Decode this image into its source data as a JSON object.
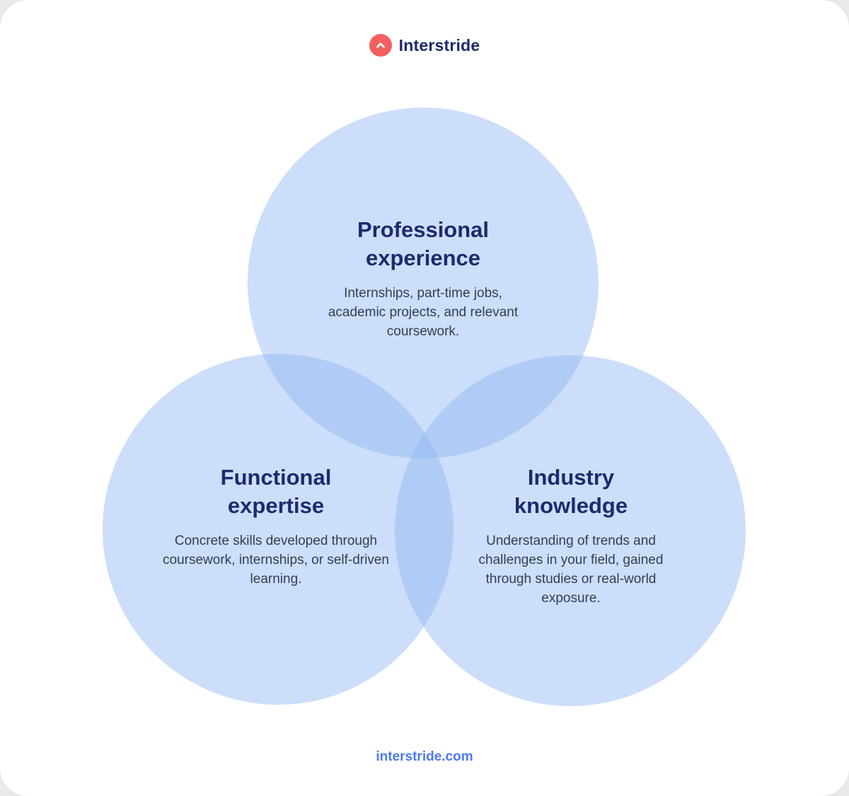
{
  "brand": {
    "name": "Interstride",
    "logo_icon": "chevron-up-icon",
    "logo_color": "#f25f5f",
    "name_color": "#1d2a6e"
  },
  "diagram": {
    "type": "venn",
    "circle_fill_color": "#cfdffb",
    "overlap_color": "#b0c9f5",
    "title_color": "#1e2a6e",
    "body_color": "#323e55",
    "circles": [
      {
        "id": "professional-experience",
        "position": "top-center",
        "title": "Professional experience",
        "description": "Internships, part-time jobs, academic projects, and relevant coursework."
      },
      {
        "id": "functional-expertise",
        "position": "bottom-left",
        "title": "Functional expertise",
        "description": "Concrete skills developed through coursework, internships, or self-driven learning."
      },
      {
        "id": "industry-knowledge",
        "position": "bottom-right",
        "title": "Industry knowledge",
        "description": "Understanding of trends and challenges in your field, gained through studies or real-world exposure."
      }
    ]
  },
  "footer": {
    "url_text": "interstride.com",
    "color": "#4b7af5"
  }
}
